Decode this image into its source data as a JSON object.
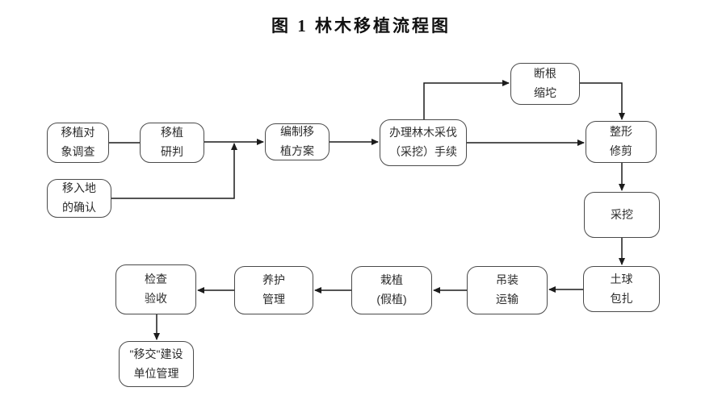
{
  "title": "图 1 林木移植流程图",
  "colors": {
    "background": "#ffffff",
    "box_border": "#4a4a4a",
    "box_fill": "#ffffff",
    "line": "#1c1c1c",
    "text": "#2b2b2b",
    "title_text": "#111111"
  },
  "nodes": {
    "survey": {
      "label": "移植对\n象调查"
    },
    "judge": {
      "label": "移植\n研判"
    },
    "site": {
      "label": "移入地\n的确认"
    },
    "plan": {
      "label": "编制移\n植方案"
    },
    "permit": {
      "label": "办理林木采伐\n（采挖）手续"
    },
    "rootcut": {
      "label": "断根\n缩坨"
    },
    "prune": {
      "label": "整形\n修剪"
    },
    "dig": {
      "label": "采挖"
    },
    "wrap": {
      "label": "土球\n包扎"
    },
    "transport": {
      "label": "吊装\n运输"
    },
    "plant": {
      "label": "栽植\n(假植)"
    },
    "maintain": {
      "label": "养护\n管理"
    },
    "inspect": {
      "label": "检查\n验收"
    },
    "handover": {
      "label": "\"移交\"建设\n单位管理"
    }
  },
  "edges": [
    {
      "from": "移植对象调查",
      "to": "移植研判",
      "arrow": false
    },
    {
      "from": "移植研判",
      "to": "编制移植方案",
      "arrow": true
    },
    {
      "from": "移入地的确认",
      "to": "编制移植方案",
      "arrow": true,
      "route": "right-then-up-into-main-line"
    },
    {
      "from": "编制移植方案",
      "to": "办理林木采伐（采挖）手续",
      "arrow": true
    },
    {
      "from": "办理林木采伐（采挖）手续",
      "to": "断根缩坨",
      "arrow": true,
      "route": "up-then-right"
    },
    {
      "from": "断根缩坨",
      "to": "整形修剪",
      "arrow": true,
      "route": "right-then-down"
    },
    {
      "from": "办理林木采伐（采挖）手续",
      "to": "整形修剪",
      "arrow": true
    },
    {
      "from": "整形修剪",
      "to": "采挖",
      "arrow": true
    },
    {
      "from": "采挖",
      "to": "土球包扎",
      "arrow": true
    },
    {
      "from": "土球包扎",
      "to": "吊装运输",
      "arrow": true
    },
    {
      "from": "吊装运输",
      "to": "栽植(假植)",
      "arrow": true
    },
    {
      "from": "栽植(假植)",
      "to": "养护管理",
      "arrow": true
    },
    {
      "from": "养护管理",
      "to": "检查验收",
      "arrow": true
    },
    {
      "from": "检查验收",
      "to": "\"移交\"建设单位管理",
      "arrow": true
    }
  ]
}
